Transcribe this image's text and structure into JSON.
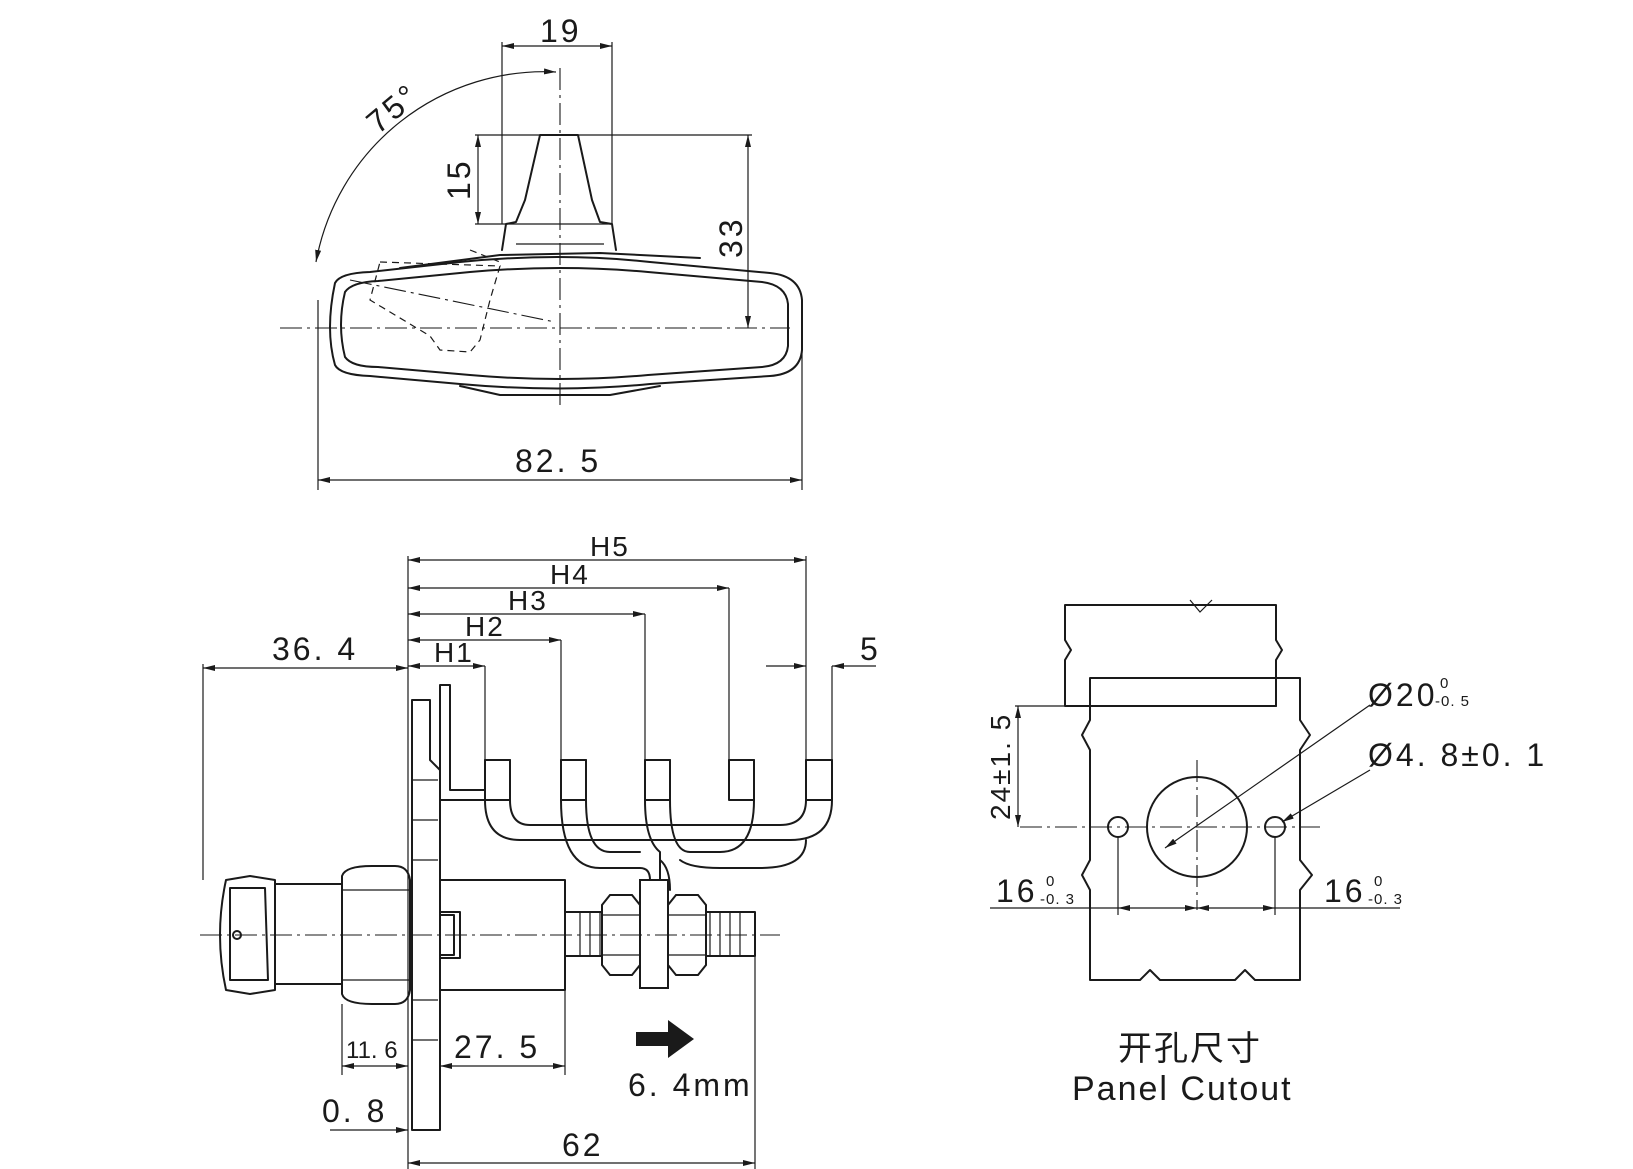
{
  "top_view": {
    "angle": "75°",
    "dim_width_stem": "19",
    "dim_stem_height": "15",
    "dim_height": "33",
    "dim_total_width": "82. 5"
  },
  "side_view": {
    "levels": [
      "H1",
      "H2",
      "H3",
      "H4",
      "H5"
    ],
    "dim_step": "5",
    "dim_left": "36. 4",
    "dim_knob": "11. 6",
    "dim_body": "27. 5",
    "dim_plate": "0. 8",
    "dim_overall": "62",
    "travel": "6. 4mm"
  },
  "cutout": {
    "dia_large_main": "Ø20",
    "dia_large_tol_upper": "0",
    "dia_large_tol_lower": "-0. 5",
    "dia_small": "Ø4. 8±0. 1",
    "dim_vertical": "24±1. 5",
    "dim_left_main": "16",
    "dim_left_tol_upper": "0",
    "dim_left_tol_lower": "-0. 3",
    "dim_right_main": "16",
    "dim_right_tol_upper": "0",
    "dim_right_tol_lower": "-0. 3",
    "title_cn": "开孔尺寸",
    "title_en": "Panel Cutout"
  }
}
